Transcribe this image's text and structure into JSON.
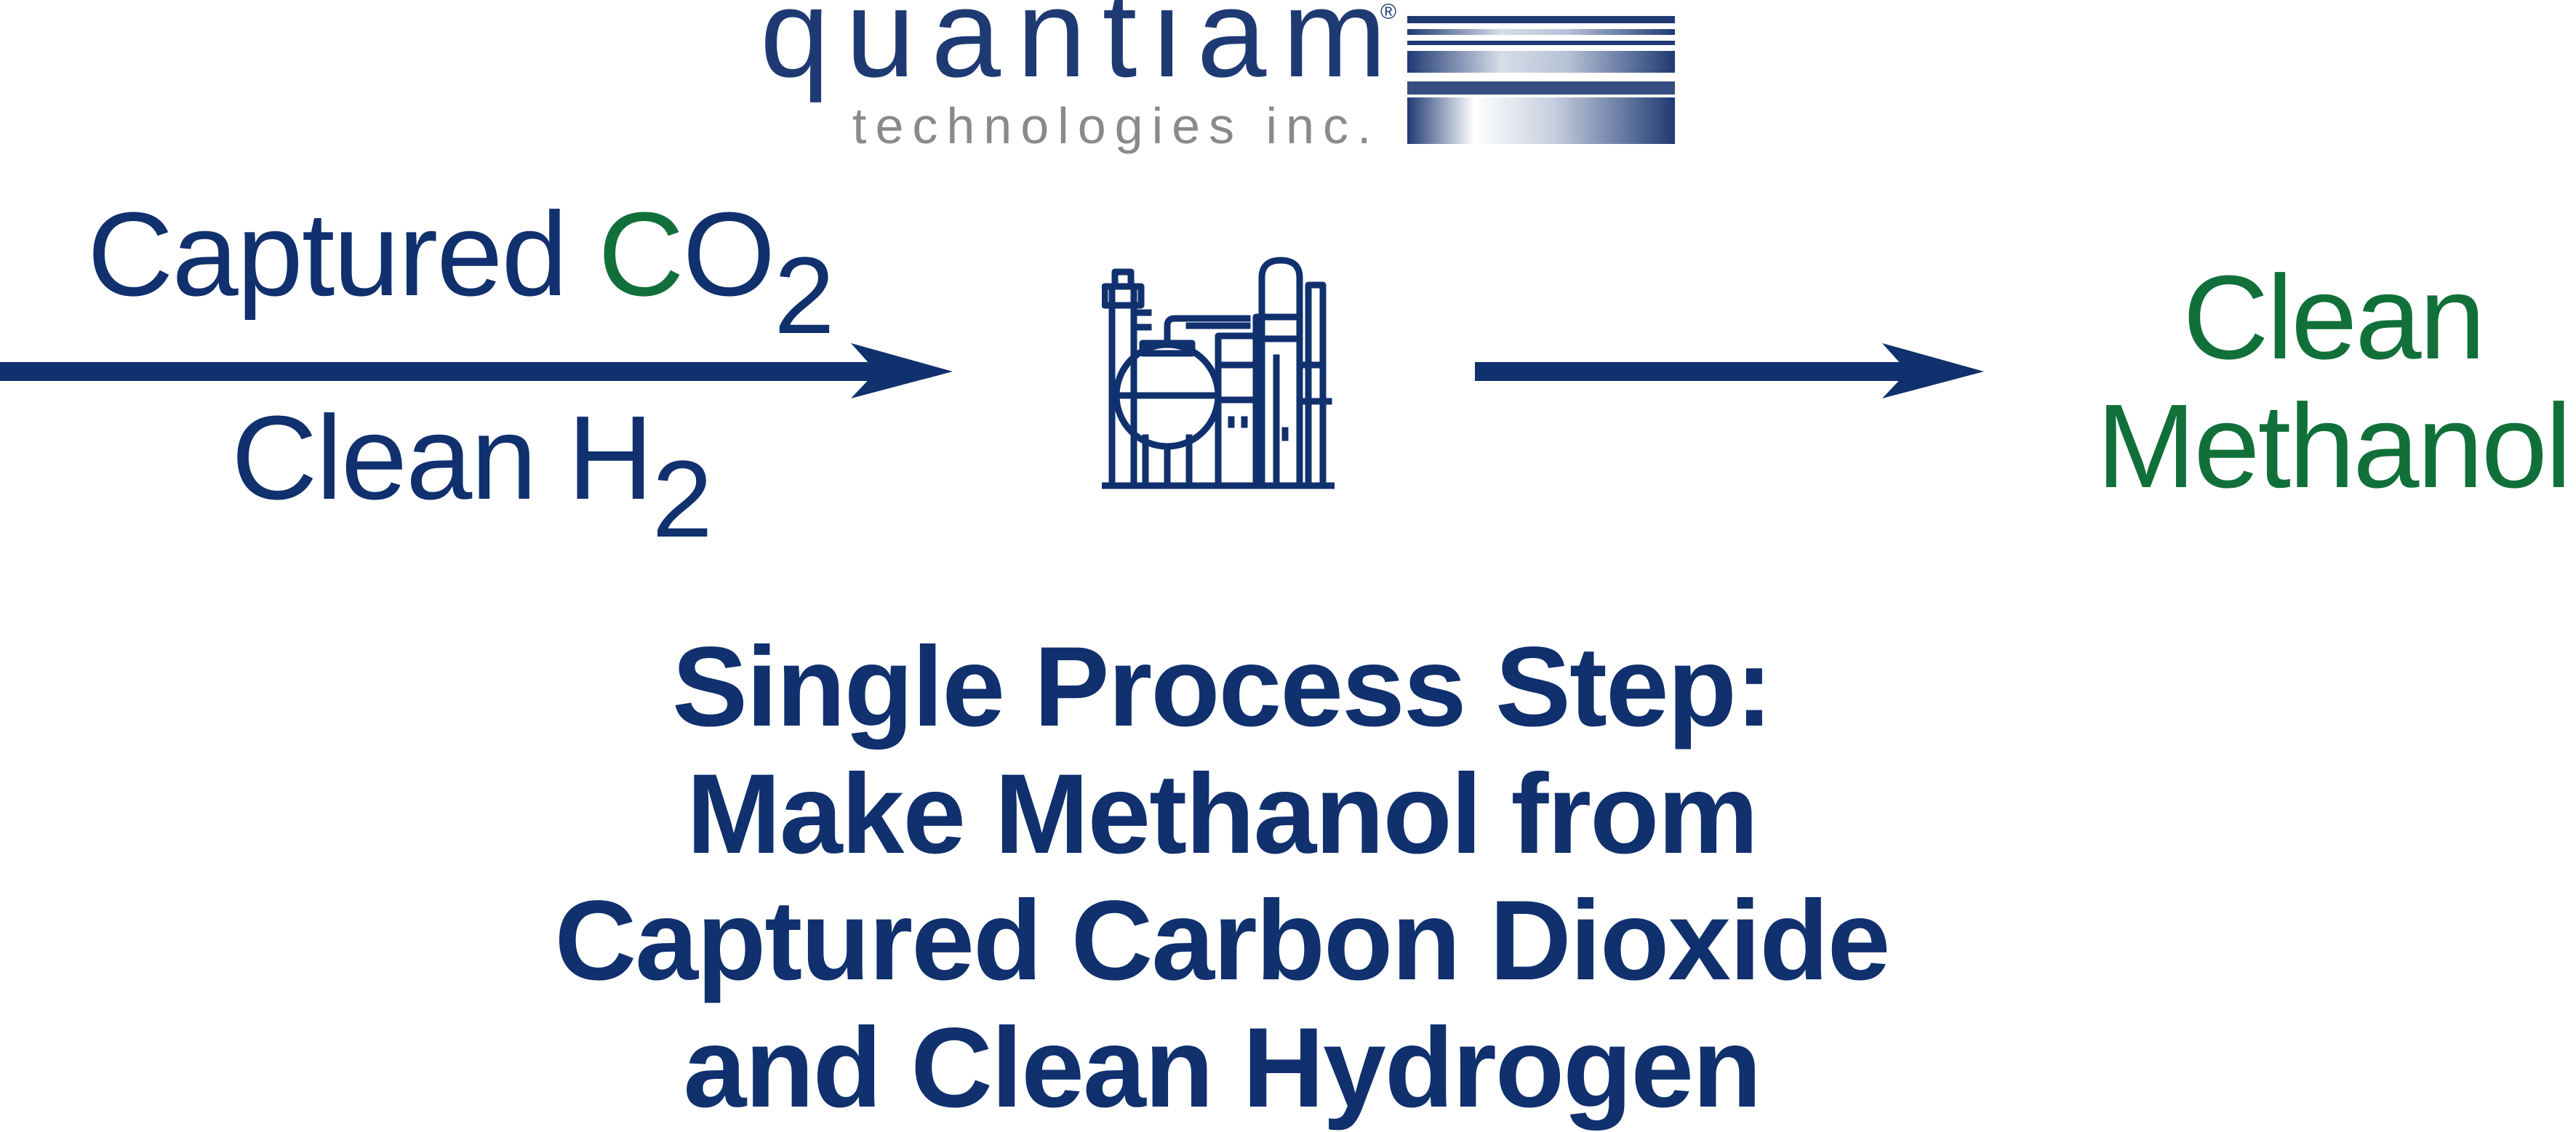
{
  "logo": {
    "name": "quantiam",
    "registered_mark": "®",
    "tagline": "technologies inc."
  },
  "inputs": {
    "co2": {
      "prefix": "Captured ",
      "accent_letter": "C",
      "rest": "O",
      "subscript": "2"
    },
    "h2": {
      "text": "Clean H",
      "subscript": "2"
    }
  },
  "output": {
    "line1": "Clean",
    "line2": "Methanol"
  },
  "caption": {
    "line1": "Single Process Step:",
    "line2": "Make Methanol from",
    "line3": "Captured Carbon Dioxide",
    "line4": "and Clean Hydrogen"
  },
  "icons": {
    "plant": "chemical-plant-icon",
    "arrow_in": "arrow-right-icon",
    "arrow_out": "arrow-right-icon"
  },
  "colors": {
    "navy": "#10306e",
    "green": "#11703a",
    "gray": "#8a8a8a"
  }
}
